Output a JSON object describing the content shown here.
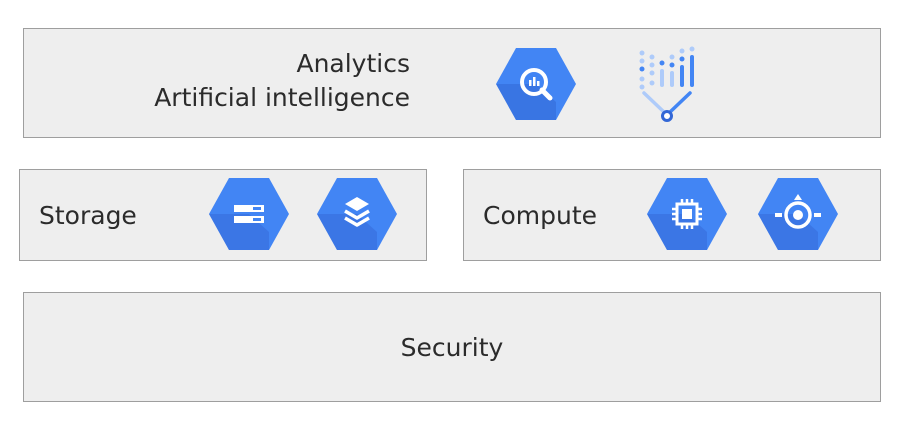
{
  "analytics": {
    "line1": "Analytics",
    "line2": "Artificial intelligence",
    "icons": [
      "bigquery-icon",
      "ai-platform-icon"
    ]
  },
  "storage": {
    "label": "Storage",
    "icons": [
      "cloud-storage-icon",
      "filestore-icon"
    ]
  },
  "compute": {
    "label": "Compute",
    "icons": [
      "compute-engine-icon",
      "kubernetes-engine-icon"
    ]
  },
  "security": {
    "label": "Security"
  },
  "colors": {
    "box_fill": "#eeeeee",
    "box_border": "#9e9e9e",
    "hex_blue": "#4285f4",
    "hex_dark": "#3367d6",
    "ai_light": "#aecbfa"
  }
}
